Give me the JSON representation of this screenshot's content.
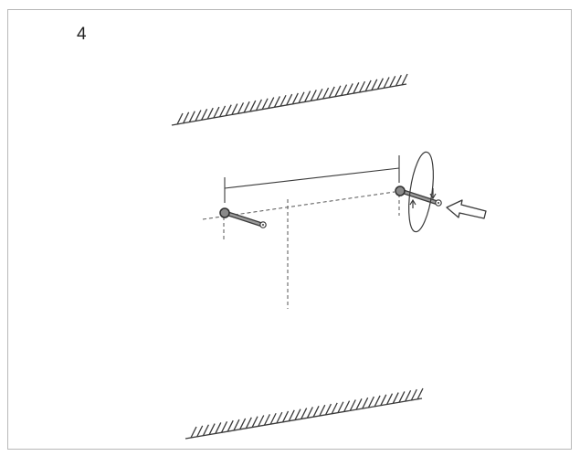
{
  "step": {
    "number": "4"
  },
  "colors": {
    "frame_border": "#b8b8b8",
    "line": "#3a3a3a",
    "dashed": "#555555",
    "anchor_fill": "#8a8a8a"
  },
  "icons": {
    "left_anchor": "wall-anchor-screw",
    "right_anchor": "wall-anchor-screw",
    "rotation": "rotation-ellipse-arrows",
    "push": "hollow-arrow-left"
  }
}
